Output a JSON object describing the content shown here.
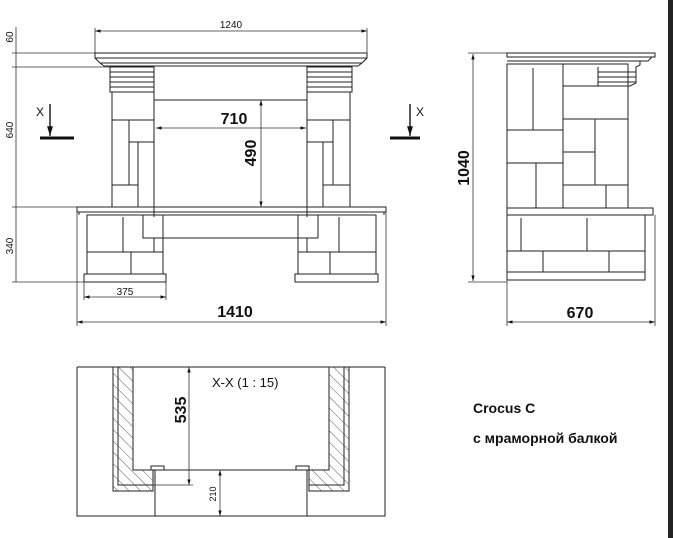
{
  "drawing": {
    "front_view": {
      "dim_mantel_width": "1240",
      "dim_mantel_height": "60",
      "dim_upper_height": "640",
      "dim_base_height": "340",
      "dim_base_width": "375",
      "dim_total_width": "1410",
      "dim_opening_width": "710",
      "dim_opening_height": "490",
      "section_mark_left": "X",
      "section_mark_right": "X"
    },
    "side_view": {
      "dim_total_height": "1040",
      "dim_depth": "670"
    },
    "section_view": {
      "title": "X-X (1 : 15)",
      "dim_depth": "535",
      "dim_hearth": "210"
    },
    "caption": {
      "model": "Crocus C",
      "subtitle": "с мраморной балкой"
    }
  }
}
